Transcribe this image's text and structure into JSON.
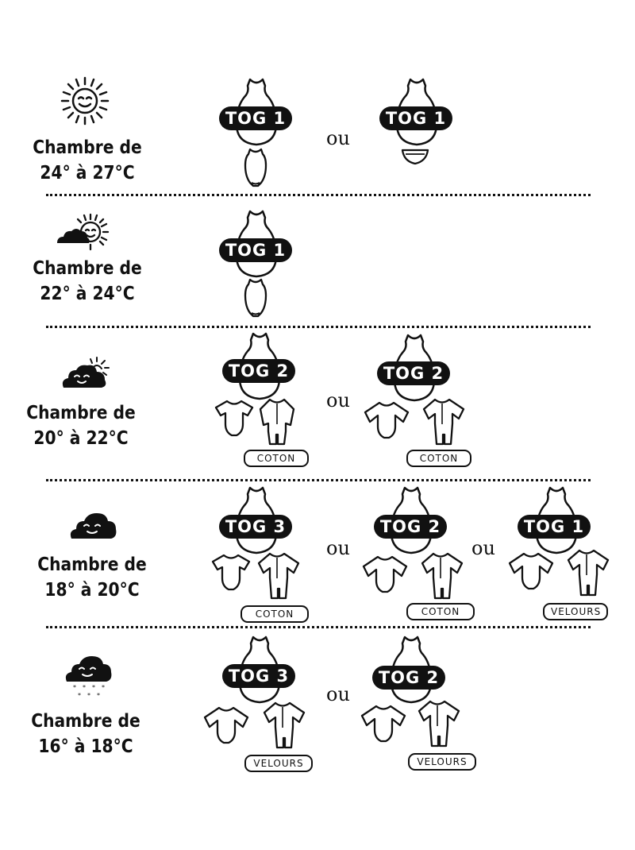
{
  "separator_word": "ou",
  "rows": [
    {
      "weather_icon": "sun-icon",
      "room_line1": "Chambre de",
      "room_line2": "24° à 27°C",
      "options": [
        {
          "tog": "TOG 1",
          "garments": [
            "bodysuit-sleeveless-icon"
          ],
          "fabric": ""
        },
        {
          "tog": "TOG 1",
          "garments": [
            "diaper-icon"
          ],
          "fabric": ""
        }
      ]
    },
    {
      "weather_icon": "sun-cloud-icon",
      "room_line1": "Chambre de",
      "room_line2": "22° à 24°C",
      "options": [
        {
          "tog": "TOG 1",
          "garments": [
            "bodysuit-sleeveless-icon"
          ],
          "fabric": ""
        }
      ]
    },
    {
      "weather_icon": "cloud-sun-icon",
      "room_line1": "Chambre de",
      "room_line2": "20° à 22°C",
      "options": [
        {
          "tog": "TOG 2",
          "garments": [
            "bodysuit-short-sleeve-icon",
            "sleepsuit-icon"
          ],
          "fabric": "COTON"
        },
        {
          "tog": "TOG 2",
          "garments": [
            "bodysuit-long-sleeve-icon",
            "sleepsuit-icon"
          ],
          "fabric": "COTON"
        }
      ]
    },
    {
      "weather_icon": "cloud-icon",
      "room_line1": "Chambre de",
      "room_line2": "18° à 20°C",
      "options": [
        {
          "tog": "TOG 3",
          "garments": [
            "bodysuit-short-sleeve-icon",
            "sleepsuit-icon"
          ],
          "fabric": "COTON"
        },
        {
          "tog": "TOG 2",
          "garments": [
            "bodysuit-long-sleeve-icon",
            "sleepsuit-icon"
          ],
          "fabric": "COTON"
        },
        {
          "tog": "TOG 1",
          "garments": [
            "bodysuit-long-sleeve-icon",
            "sleepsuit-icon"
          ],
          "fabric": "VELOURS"
        }
      ]
    },
    {
      "weather_icon": "snow-cloud-icon",
      "room_line1": "Chambre de",
      "room_line2": "16° à 18°C",
      "options": [
        {
          "tog": "TOG 3",
          "garments": [
            "bodysuit-long-sleeve-icon",
            "sleepsuit-icon"
          ],
          "fabric": "VELOURS"
        },
        {
          "tog": "TOG 2",
          "garments": [
            "bodysuit-long-sleeve-icon",
            "sleepsuit-icon"
          ],
          "fabric": "VELOURS"
        }
      ]
    }
  ]
}
